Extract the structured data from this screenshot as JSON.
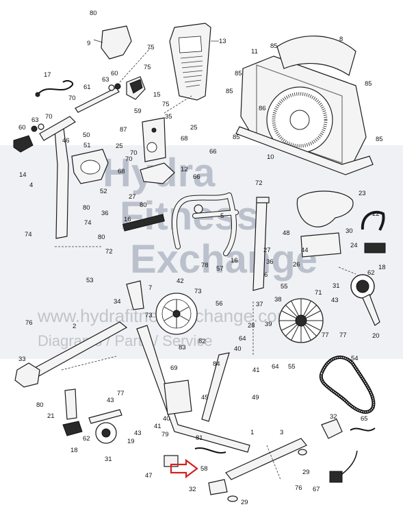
{
  "watermark": {
    "line1": "Hydra",
    "line2": "Fitness",
    "line3": "Exchange",
    "line4": "www.hydrafitnessexchange.com",
    "line5": "Diagrams / Parts / Service"
  },
  "colors": {
    "ink": "#1a1a1a",
    "arrow": "#d42020",
    "watermark": "#5a6a85"
  },
  "callouts": [
    {
      "id": "c80a",
      "text": "80"
    },
    {
      "id": "c9",
      "text": "9"
    },
    {
      "id": "c13",
      "text": "13"
    },
    {
      "id": "c75a",
      "text": "75"
    },
    {
      "id": "c8",
      "text": "8"
    },
    {
      "id": "c11",
      "text": "11"
    },
    {
      "id": "c85a",
      "text": "85"
    },
    {
      "id": "c85b",
      "text": "85"
    },
    {
      "id": "c85c",
      "text": "85"
    },
    {
      "id": "c85d",
      "text": "85"
    },
    {
      "id": "c85e",
      "text": "85"
    },
    {
      "id": "c85f",
      "text": "85"
    },
    {
      "id": "c17",
      "text": "17"
    },
    {
      "id": "c63a",
      "text": "63"
    },
    {
      "id": "c60a",
      "text": "60"
    },
    {
      "id": "c61",
      "text": "61"
    },
    {
      "id": "c70a",
      "text": "70"
    },
    {
      "id": "c15",
      "text": "15"
    },
    {
      "id": "c75b",
      "text": "75"
    },
    {
      "id": "c59",
      "text": "59"
    },
    {
      "id": "c75c",
      "text": "75"
    },
    {
      "id": "c86",
      "text": "86"
    },
    {
      "id": "c63b",
      "text": "63"
    },
    {
      "id": "c70b",
      "text": "70"
    },
    {
      "id": "c60b",
      "text": "60"
    },
    {
      "id": "c50",
      "text": "50"
    },
    {
      "id": "c87",
      "text": "87"
    },
    {
      "id": "c35",
      "text": "35"
    },
    {
      "id": "c25a",
      "text": "25"
    },
    {
      "id": "c68a",
      "text": "68"
    },
    {
      "id": "c14",
      "text": "14"
    },
    {
      "id": "c46",
      "text": "46"
    },
    {
      "id": "c51",
      "text": "51"
    },
    {
      "id": "c25b",
      "text": "25"
    },
    {
      "id": "c70c",
      "text": "70"
    },
    {
      "id": "c10",
      "text": "10"
    },
    {
      "id": "c66a",
      "text": "66"
    },
    {
      "id": "c68b",
      "text": "68"
    },
    {
      "id": "c70d",
      "text": "70"
    },
    {
      "id": "c12",
      "text": "12"
    },
    {
      "id": "c4",
      "text": "4"
    },
    {
      "id": "c66b",
      "text": "66"
    },
    {
      "id": "c72a",
      "text": "72"
    },
    {
      "id": "c80b",
      "text": "80"
    },
    {
      "id": "c52",
      "text": "52"
    },
    {
      "id": "c27a",
      "text": "27"
    },
    {
      "id": "c23",
      "text": "23"
    },
    {
      "id": "c80c",
      "text": "80"
    },
    {
      "id": "c74a",
      "text": "74"
    },
    {
      "id": "c74b",
      "text": "74"
    },
    {
      "id": "c36a",
      "text": "36"
    },
    {
      "id": "c16a",
      "text": "16"
    },
    {
      "id": "c5",
      "text": "5"
    },
    {
      "id": "c80d",
      "text": "80"
    },
    {
      "id": "c22",
      "text": "22"
    },
    {
      "id": "c30",
      "text": "30"
    },
    {
      "id": "c48",
      "text": "48"
    },
    {
      "id": "c24",
      "text": "24"
    },
    {
      "id": "c27b",
      "text": "27"
    },
    {
      "id": "c44",
      "text": "44"
    },
    {
      "id": "c72b",
      "text": "72"
    },
    {
      "id": "c16b",
      "text": "16"
    },
    {
      "id": "c36b",
      "text": "36"
    },
    {
      "id": "c26",
      "text": "26"
    },
    {
      "id": "c78",
      "text": "78"
    },
    {
      "id": "c57",
      "text": "57"
    },
    {
      "id": "c6",
      "text": "6"
    },
    {
      "id": "c18a",
      "text": "18"
    },
    {
      "id": "c62a",
      "text": "62"
    },
    {
      "id": "c53",
      "text": "53"
    },
    {
      "id": "c7",
      "text": "7"
    },
    {
      "id": "c42",
      "text": "42"
    },
    {
      "id": "c73a",
      "text": "73"
    },
    {
      "id": "c56",
      "text": "56"
    },
    {
      "id": "c37",
      "text": "37"
    },
    {
      "id": "c55a",
      "text": "55"
    },
    {
      "id": "c71",
      "text": "71"
    },
    {
      "id": "c31a",
      "text": "31"
    },
    {
      "id": "c34",
      "text": "34"
    },
    {
      "id": "c38",
      "text": "38"
    },
    {
      "id": "c43a",
      "text": "43"
    },
    {
      "id": "c76a",
      "text": "76"
    },
    {
      "id": "c2",
      "text": "2"
    },
    {
      "id": "c73b",
      "text": "73"
    },
    {
      "id": "c28",
      "text": "28"
    },
    {
      "id": "c39",
      "text": "39"
    },
    {
      "id": "c77a",
      "text": "77"
    },
    {
      "id": "c77b",
      "text": "77"
    },
    {
      "id": "c20",
      "text": "20"
    },
    {
      "id": "c82",
      "text": "82"
    },
    {
      "id": "c64a",
      "text": "64"
    },
    {
      "id": "c83",
      "text": "83"
    },
    {
      "id": "c84",
      "text": "84"
    },
    {
      "id": "c40a",
      "text": "40"
    },
    {
      "id": "c33",
      "text": "33"
    },
    {
      "id": "c69",
      "text": "69"
    },
    {
      "id": "c41a",
      "text": "41"
    },
    {
      "id": "c64b",
      "text": "64"
    },
    {
      "id": "c55b",
      "text": "55"
    },
    {
      "id": "c54",
      "text": "54"
    },
    {
      "id": "c80e",
      "text": "80"
    },
    {
      "id": "c45",
      "text": "45"
    },
    {
      "id": "c49",
      "text": "49"
    },
    {
      "id": "c77c",
      "text": "77"
    },
    {
      "id": "c43b",
      "text": "43"
    },
    {
      "id": "c21",
      "text": "21"
    },
    {
      "id": "c40b",
      "text": "40"
    },
    {
      "id": "c41b",
      "text": "41"
    },
    {
      "id": "c43c",
      "text": "43"
    },
    {
      "id": "c19",
      "text": "19"
    },
    {
      "id": "c62b",
      "text": "62"
    },
    {
      "id": "c79",
      "text": "79"
    },
    {
      "id": "c81",
      "text": "81"
    },
    {
      "id": "c1",
      "text": "1"
    },
    {
      "id": "c3",
      "text": "3"
    },
    {
      "id": "c32a",
      "text": "32"
    },
    {
      "id": "c65",
      "text": "65"
    },
    {
      "id": "c18b",
      "text": "18"
    },
    {
      "id": "c31b",
      "text": "31"
    },
    {
      "id": "c58",
      "text": "58"
    },
    {
      "id": "c47",
      "text": "47"
    },
    {
      "id": "c29a",
      "text": "29"
    },
    {
      "id": "c76b",
      "text": "76"
    },
    {
      "id": "c67",
      "text": "67"
    },
    {
      "id": "c32b",
      "text": "32"
    },
    {
      "id": "c29b",
      "text": "29"
    }
  ]
}
